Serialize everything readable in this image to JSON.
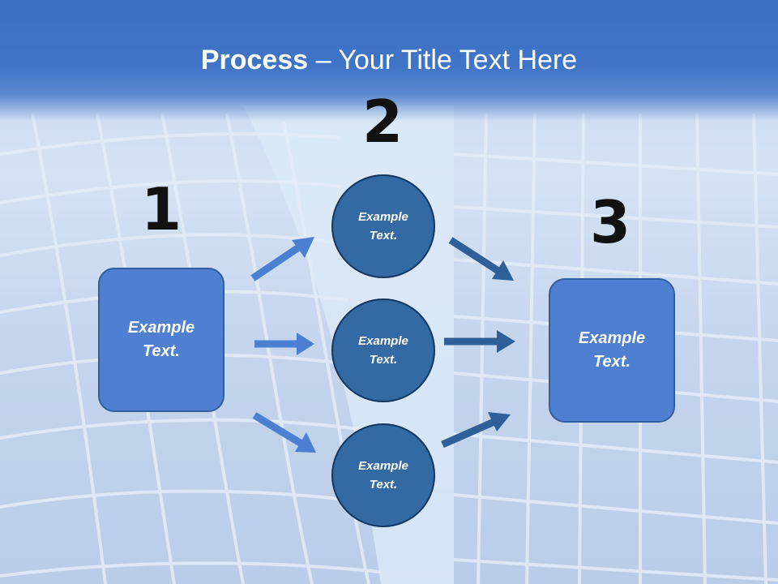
{
  "title": {
    "bold": "Process",
    "rest": " – Your Title Text Here"
  },
  "steps": [
    {
      "number": "1",
      "box_text": "Example Text."
    },
    {
      "number": "2"
    },
    {
      "number": "3",
      "box_text": "Example Text."
    }
  ],
  "circles": [
    {
      "text": "Example Text."
    },
    {
      "text": "Example Text."
    },
    {
      "text": "Example Text."
    }
  ],
  "colors": {
    "header": "#3f74c6",
    "box_fill": "#4f7fd0",
    "circle_fill": "#336aa4",
    "left_arrows": "#4a7fd2",
    "right_arrows": "#2e5f98"
  }
}
